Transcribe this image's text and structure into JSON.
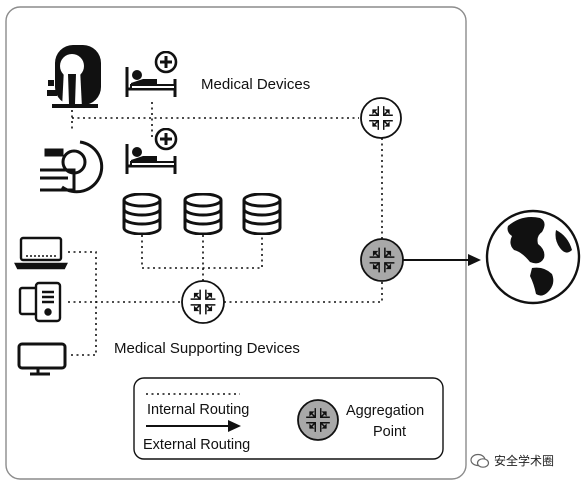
{
  "diagram": {
    "groups": {
      "medical_devices": "Medical Devices",
      "supporting_devices": "Medical Supporting Devices"
    },
    "legend": {
      "internal": "Internal Routing",
      "external": "External Routing",
      "aggregation_line1": "Aggregation",
      "aggregation_line2": "Point"
    },
    "icons": {
      "mri": "mri-scanner-icon",
      "ct": "ct-scanner-icon",
      "bed": "patient-bed-icon",
      "database": "database-icon",
      "laptop": "laptop-icon",
      "desktop": "desktop-computer-icon",
      "monitor": "monitor-icon",
      "router": "router-icon",
      "globe": "globe-icon"
    },
    "colors": {
      "aggregation_fill": "#a8a8a8",
      "router_fill": "#ffffff",
      "line": "#111111"
    }
  },
  "watermark": {
    "text": "安全学术圈"
  }
}
